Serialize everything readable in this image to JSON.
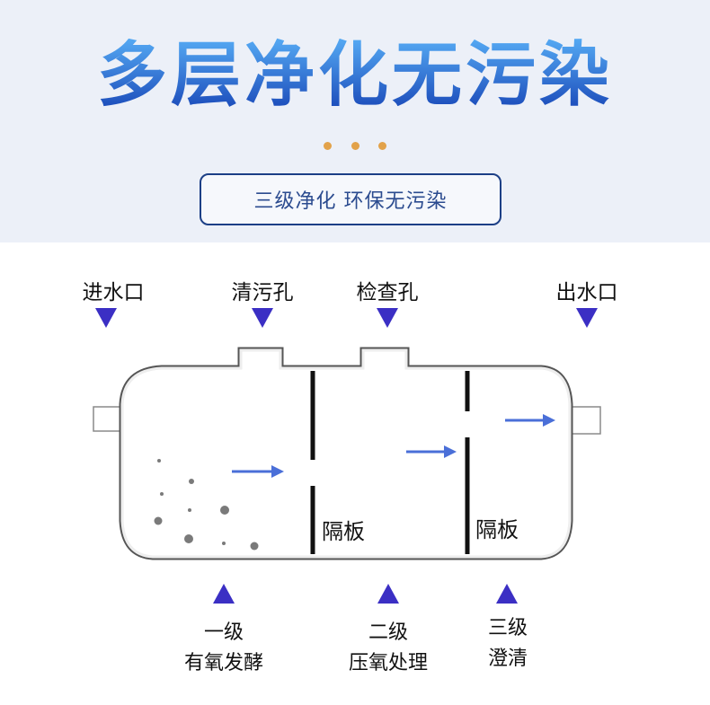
{
  "header": {
    "title": "多层净化无污染",
    "badge_text": "三级净化 环保无污染"
  },
  "ports": {
    "inlet": "进水口",
    "cleanout": "清污孔",
    "inspection": "检查孔",
    "outlet": "出水口"
  },
  "partitions": [
    "隔板",
    "隔板"
  ],
  "stages": [
    {
      "level": "一级",
      "process": "有氧发酵"
    },
    {
      "level": "二级",
      "process": "压氧处理"
    },
    {
      "level": "三级",
      "process": "澄清"
    }
  ],
  "colors": {
    "title_gradient_top": "#4fa3f3",
    "title_gradient_bottom": "#1745b8",
    "dot": "#e2a24a",
    "badge_border": "#1c3f86",
    "indicator_arrow": "#3b2fc4",
    "flow_arrow": "#4a6fd8"
  }
}
